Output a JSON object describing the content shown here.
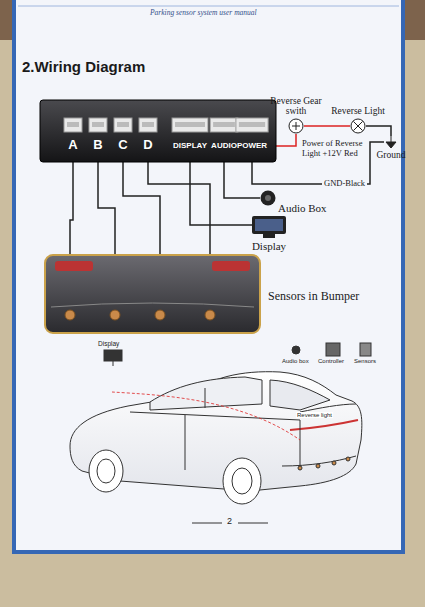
{
  "diagram": {
    "title": "2.Wiring Diagram",
    "nodes": [
      {
        "text": [
          "A",
          "B",
          "C",
          "D",
          "DISPLAY",
          "AUDIO",
          "POWER"
        ]
      },
      {
        "text": [
          "Reverse Gear swith"
        ]
      },
      {
        "text": [
          "Reverse Light"
        ]
      },
      {
        "text": [
          "Ground"
        ]
      },
      {
        "text": [
          "Audio Box"
        ]
      },
      {
        "text": [
          "Display"
        ]
      },
      {
        "text": [
          "Sensors in Bumper"
        ]
      }
    ],
    "edges": [
      {
        "from": 0,
        "to": 6,
        "arrow": "none"
      },
      {
        "from": 0,
        "to": 6,
        "arrow": "none"
      },
      {
        "from": 0,
        "to": 6,
        "arrow": "none"
      },
      {
        "from": 0,
        "to": 6,
        "arrow": "none"
      },
      {
        "from": 0,
        "to": 5,
        "arrow": "none"
      },
      {
        "from": 0,
        "to": 4,
        "arrow": "none"
      },
      {
        "from": 0,
        "to": 1,
        "label": "Power of Reverse Light +12V Red",
        "arrow": "none"
      },
      {
        "from": 1,
        "to": 2,
        "arrow": "none"
      },
      {
        "from": 2,
        "to": 3,
        "arrow": "none"
      },
      {
        "from": 0,
        "to": 3,
        "label": "GND-Black",
        "arrow": "none"
      }
    ],
    "labels": [
      "Parking sensor system user manual",
      "Display",
      "Audio box",
      "Controller",
      "Sensors",
      "Reverse light",
      "2"
    ]
  }
}
